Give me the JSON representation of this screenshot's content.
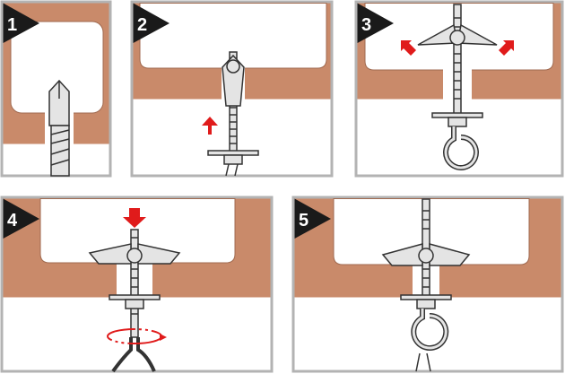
{
  "steps": [
    {
      "number": "1"
    },
    {
      "number": "2"
    },
    {
      "number": "3"
    },
    {
      "number": "4"
    },
    {
      "number": "5"
    }
  ],
  "colors": {
    "wall": "#c98a6a",
    "frame": "#b3b3b3",
    "metal": "#e4e4e4",
    "outline": "#333333",
    "arrow": "#e01b1b",
    "badge": "#1a1a1a"
  }
}
